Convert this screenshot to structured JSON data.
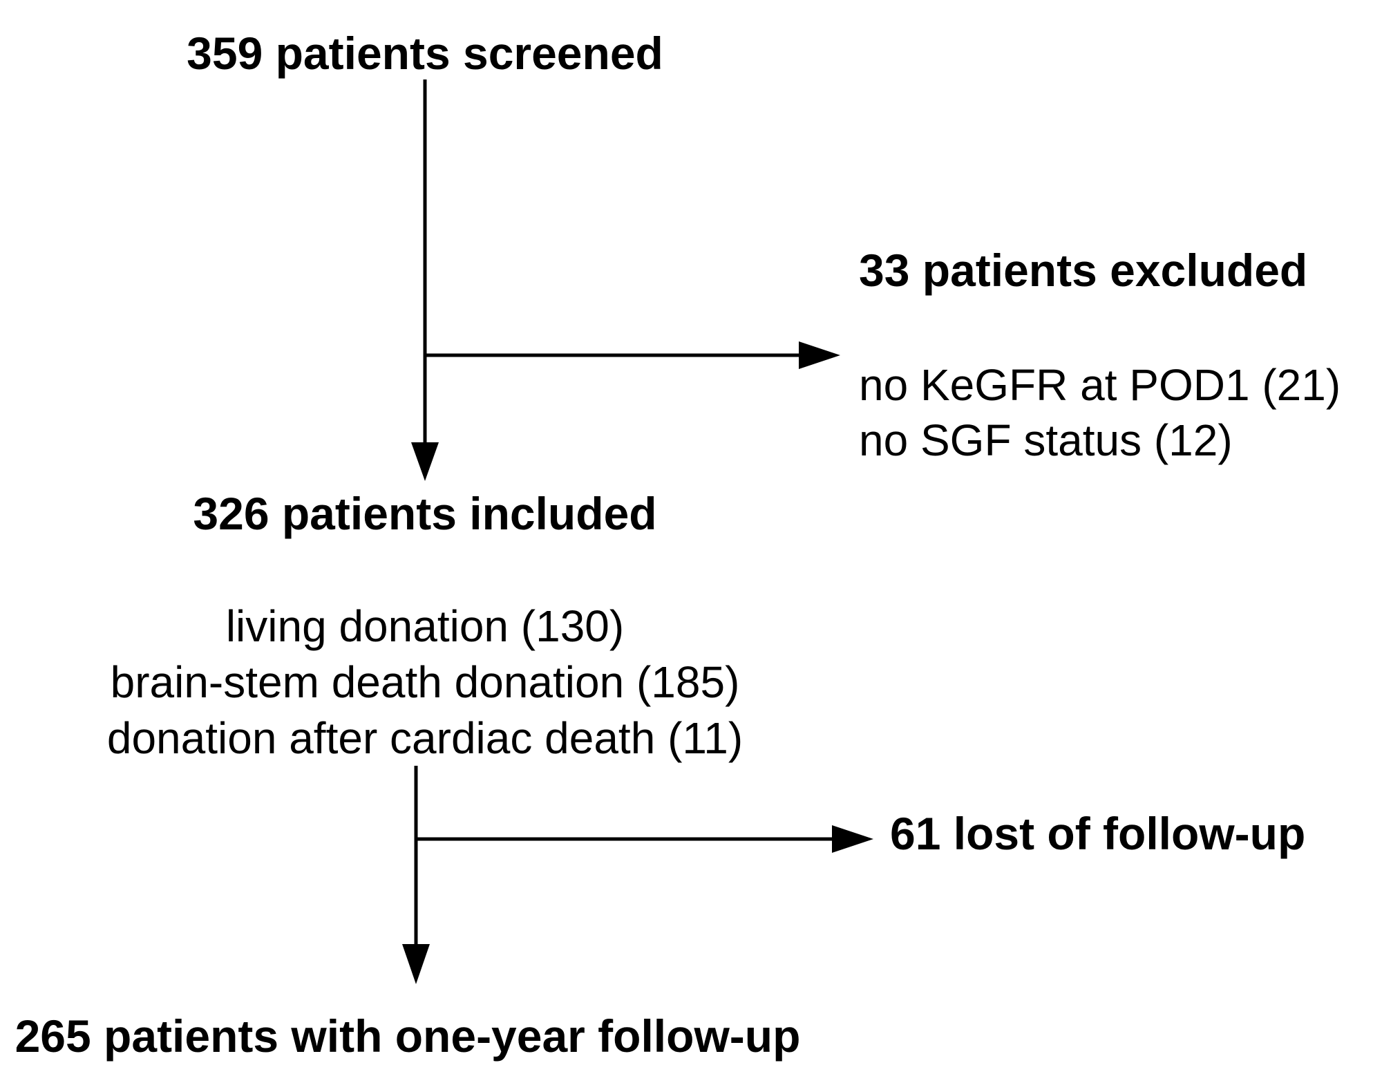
{
  "flowchart": {
    "screened": "359 patients screened",
    "excluded": {
      "title": "33 patients excluded",
      "reasons": [
        "no KeGFR at POD1 (21)",
        "no SGF status (12)"
      ]
    },
    "included": {
      "title": "326 patients included",
      "breakdown": [
        "living donation (130)",
        "brain-stem death donation (185)",
        "donation after cardiac death (11)"
      ]
    },
    "lost": "61 lost of follow-up",
    "final": "265 patients with one-year follow-up"
  },
  "colors": {
    "line": "#000000",
    "text": "#000000",
    "background": "#ffffff"
  }
}
